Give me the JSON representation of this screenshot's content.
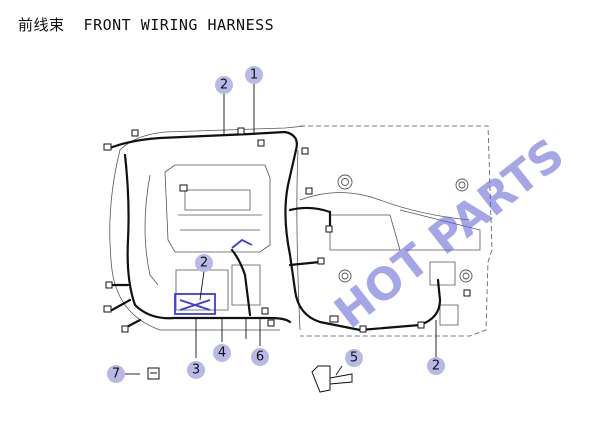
{
  "header": {
    "title": "前线束  FRONT WIRING HARNESS"
  },
  "watermark": {
    "text": "HOT PARTS",
    "color": "#5b5fd6"
  },
  "colors": {
    "callout_fill": "#b9b9e8",
    "harness": "#111111",
    "body_line": "#555555",
    "highlight": "#3b3be0"
  },
  "callouts": [
    {
      "label": "1",
      "part": "harness"
    },
    {
      "label": "2",
      "part": "clip-top"
    },
    {
      "label": "2",
      "part": "clip-mid"
    },
    {
      "label": "2",
      "part": "clip-right"
    },
    {
      "label": "3",
      "part": "bracket-lower"
    },
    {
      "label": "4",
      "part": "connector-center"
    },
    {
      "label": "5",
      "part": "bracket-right"
    },
    {
      "label": "6",
      "part": "connector-right"
    },
    {
      "label": "7",
      "part": "clip-small"
    }
  ]
}
